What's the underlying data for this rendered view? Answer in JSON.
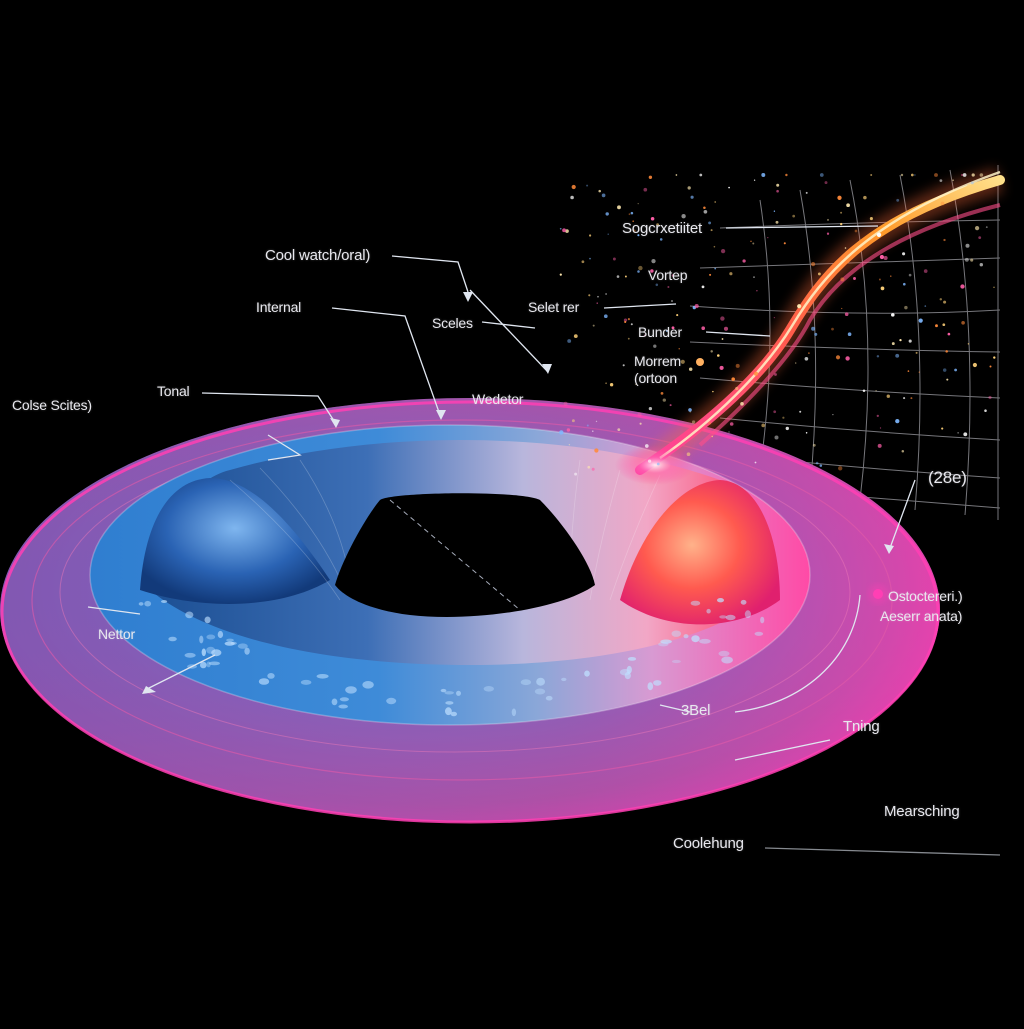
{
  "colors": {
    "background": "#000000",
    "ring_outer": "#c04fa8",
    "ring_edge": "#ff3fb4",
    "disc_blue": "#3f8fd6",
    "disc_pink": "#ff4a9c",
    "stream_orange": "#ff8a1e",
    "stream_pink": "#ff3f9a",
    "leader_line": "#e0e6f0"
  },
  "labels": {
    "cool_watch": "Cool watch/oral)",
    "internal": "Internal",
    "colse_scites": "Colse Scites)",
    "tonal": "Tonal",
    "sceles": "Sceles",
    "wedetor": "Wedetor",
    "sogcrxetiitet": "Sogcrxetiitet",
    "vortep": "Vortep",
    "selet_rer": "Selet rer",
    "bunder": "Bunder",
    "morrem": "Morrem\n(ortoon",
    "value_2e": "(28e)",
    "ostoctereri": "Ostoctereri.)",
    "aesar_anata": "Aeserr anata)",
    "nettor": "Nettor",
    "three_bel": "3Bel",
    "tning": "Tning",
    "mearsching": "Mearsching",
    "coolehung": "Coolehung"
  },
  "icons": {
    "particle_field": "sparkle-particles",
    "arrow_heads": "triangle-arrowhead"
  }
}
